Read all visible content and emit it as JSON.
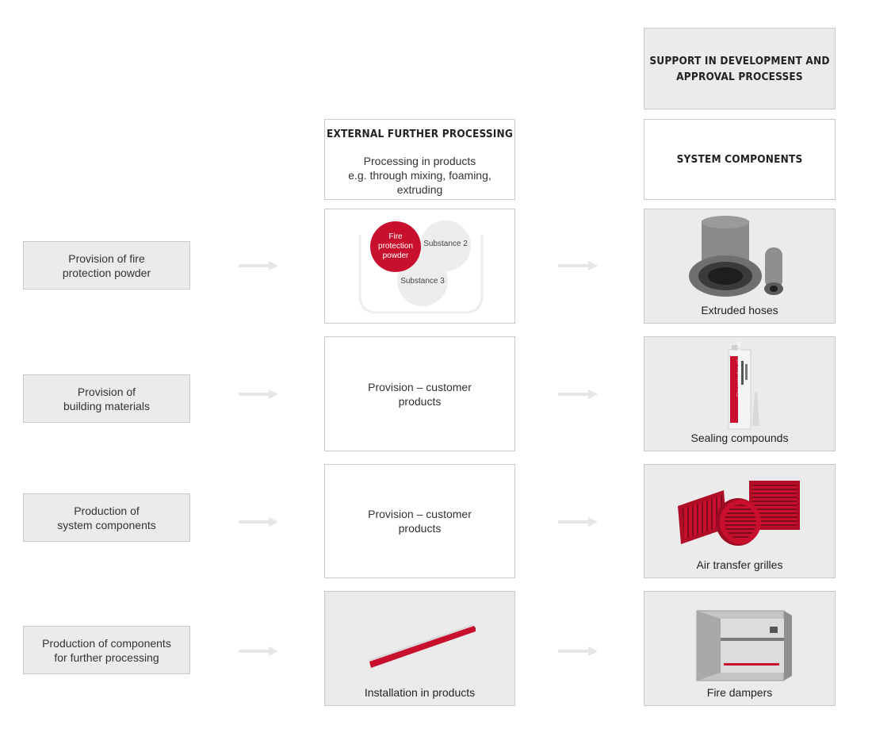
{
  "header": {
    "support_title": "SUPPORT IN DEVELOPMENT AND\nAPPROVAL PROCESSES",
    "external_title": "EXTERNAL FURTHER PROCESSING",
    "external_desc": "Processing in products\ne.g. through mixing, foaming,\nextruding",
    "system_title": "SYSTEM COMPONENTS"
  },
  "left": [
    {
      "label": "Provision of fire\nprotection powder"
    },
    {
      "label": "Provision of\nbuilding materials"
    },
    {
      "label": "Production of\nsystem components"
    },
    {
      "label": "Production of components\nfor further processing"
    }
  ],
  "middle": {
    "mix": {
      "fire": "Fire\nprotection\npowder",
      "substance2": "Substance 2",
      "substance3": "Substance 3"
    },
    "row2": "Provision – customer\nproducts",
    "row3": "Provision – customer\nproducts",
    "row4": "Installation in products"
  },
  "right": [
    {
      "caption": "Extruded hoses",
      "icon": "extruded-hoses-icon"
    },
    {
      "caption": "Sealing compounds",
      "icon": "sealant-cartridge-icon",
      "cartridge_text": "Fire protection silicone NE"
    },
    {
      "caption": "Air transfer grilles",
      "icon": "air-grille-icon"
    },
    {
      "caption": "Fire dampers",
      "icon": "fire-damper-icon"
    }
  ],
  "colors": {
    "accent_red": "#c8102e",
    "box_grey": "#ebebeb",
    "border": "#c9c9c9",
    "arrow": "#e6e6e6"
  }
}
